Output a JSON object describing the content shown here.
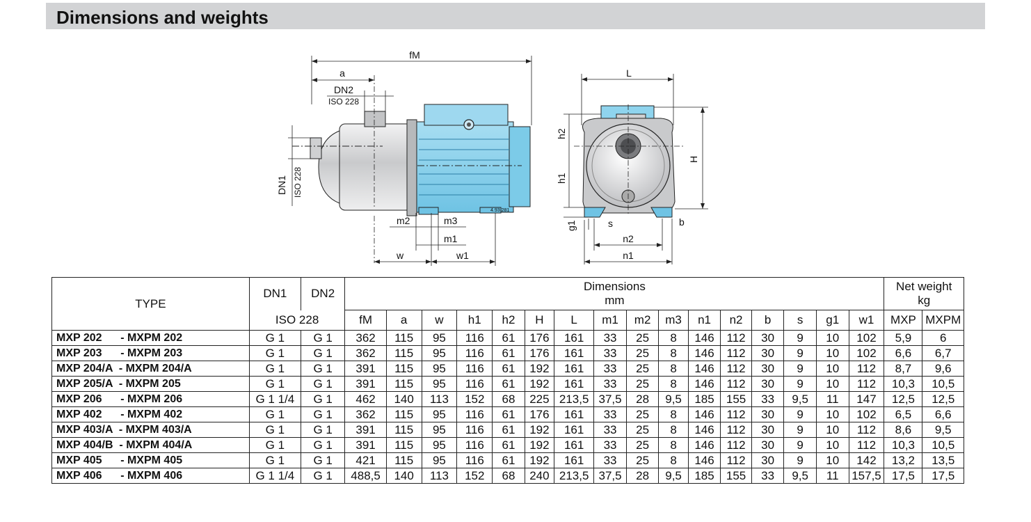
{
  "page": {
    "title": "Dimensions and weights"
  },
  "diagram": {
    "labels": {
      "fM": "fM",
      "a": "a",
      "DN2": "DN2",
      "ISO228_top": "ISO 228",
      "DN1": "DN1",
      "ISO228_side": "ISO 228",
      "m2": "m2",
      "m3": "m3",
      "m1": "m1",
      "w": "w",
      "w1": "w1",
      "code": "4.93.281",
      "L": "L",
      "h2": "h2",
      "h1": "h1",
      "H": "H",
      "g1": "g1",
      "s": "s",
      "b": "b",
      "n2": "n2",
      "n1": "n1"
    },
    "colors": {
      "motor": "#8fd4ee",
      "motor_dark": "#5fb6d8",
      "steel": "#d7d8da",
      "outline": "#222222"
    }
  },
  "table": {
    "header": {
      "type": "TYPE",
      "dn1": "DN1",
      "dn2": "DN2",
      "iso": "ISO 228",
      "dimensions": "Dimensions",
      "mm": "mm",
      "net_weight": "Net weight",
      "kg": "kg"
    },
    "columns": [
      "fM",
      "a",
      "w",
      "h1",
      "h2",
      "H",
      "L",
      "m1",
      "m2",
      "m3",
      "n1",
      "n2",
      "b",
      "s",
      "g1",
      "w1",
      "MXP",
      "MXPM"
    ],
    "rows": [
      {
        "type": "MXP 202      - MXPM 202",
        "dn1": "G 1",
        "dn2": "G 1",
        "v": [
          "362",
          "115",
          "95",
          "116",
          "61",
          "176",
          "161",
          "33",
          "25",
          "8",
          "146",
          "112",
          "30",
          "9",
          "10",
          "102",
          "5,9",
          "6"
        ]
      },
      {
        "type": "MXP 203      - MXPM 203",
        "dn1": "G 1",
        "dn2": "G 1",
        "v": [
          "362",
          "115",
          "95",
          "116",
          "61",
          "176",
          "161",
          "33",
          "25",
          "8",
          "146",
          "112",
          "30",
          "9",
          "10",
          "102",
          "6,6",
          "6,7"
        ]
      },
      {
        "type": "MXP 204/A  - MXPM 204/A",
        "dn1": "G 1",
        "dn2": "G 1",
        "v": [
          "391",
          "115",
          "95",
          "116",
          "61",
          "192",
          "161",
          "33",
          "25",
          "8",
          "146",
          "112",
          "30",
          "9",
          "10",
          "112",
          "8,7",
          "9,6"
        ]
      },
      {
        "type": "MXP 205/A  - MXPM 205",
        "dn1": "G 1",
        "dn2": "G 1",
        "v": [
          "391",
          "115",
          "95",
          "116",
          "61",
          "192",
          "161",
          "33",
          "25",
          "8",
          "146",
          "112",
          "30",
          "9",
          "10",
          "112",
          "10,3",
          "10,5"
        ]
      },
      {
        "type": "MXP 206      - MXPM 206",
        "dn1": "G 1 1/4",
        "dn2": "G 1",
        "v": [
          "462",
          "140",
          "113",
          "152",
          "68",
          "225",
          "213,5",
          "37,5",
          "28",
          "9,5",
          "185",
          "155",
          "33",
          "9,5",
          "11",
          "147",
          "12,5",
          "12,5"
        ]
      },
      {
        "type": "MXP 402      - MXPM 402",
        "dn1": "G 1",
        "dn2": "G 1",
        "v": [
          "362",
          "115",
          "95",
          "116",
          "61",
          "176",
          "161",
          "33",
          "25",
          "8",
          "146",
          "112",
          "30",
          "9",
          "10",
          "102",
          "6,5",
          "6,6"
        ]
      },
      {
        "type": "MXP 403/A  - MXPM 403/A",
        "dn1": "G 1",
        "dn2": "G 1",
        "v": [
          "391",
          "115",
          "95",
          "116",
          "61",
          "192",
          "161",
          "33",
          "25",
          "8",
          "146",
          "112",
          "30",
          "9",
          "10",
          "112",
          "8,6",
          "9,5"
        ]
      },
      {
        "type": "MXP 404/B  - MXPM 404/A",
        "dn1": "G 1",
        "dn2": "G 1",
        "v": [
          "391",
          "115",
          "95",
          "116",
          "61",
          "192",
          "161",
          "33",
          "25",
          "8",
          "146",
          "112",
          "30",
          "9",
          "10",
          "112",
          "10,3",
          "10,5"
        ]
      },
      {
        "type": "MXP 405      - MXPM 405",
        "dn1": "G 1",
        "dn2": "G 1",
        "v": [
          "421",
          "115",
          "95",
          "116",
          "61",
          "192",
          "161",
          "33",
          "25",
          "8",
          "146",
          "112",
          "30",
          "9",
          "10",
          "142",
          "13,2",
          "13,5"
        ]
      },
      {
        "type": "MXP 406      - MXPM 406",
        "dn1": "G 1 1/4",
        "dn2": "G 1",
        "v": [
          "488,5",
          "140",
          "113",
          "152",
          "68",
          "240",
          "213,5",
          "37,5",
          "28",
          "9,5",
          "185",
          "155",
          "33",
          "9,5",
          "11",
          "157,5",
          "17,5",
          "17,5"
        ]
      }
    ]
  }
}
